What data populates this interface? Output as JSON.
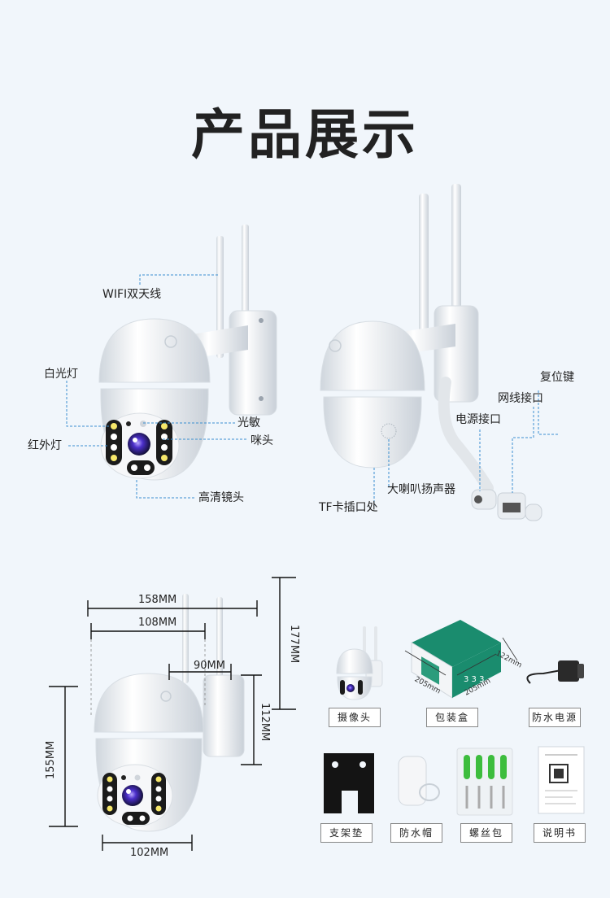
{
  "title": "产品展示",
  "front_view": {
    "wifi_antenna": "WIFI双天线",
    "white_light": "白光灯",
    "light_sensor": "光敏",
    "microphone": "咪头",
    "infrared_light": "红外灯",
    "hd_lens": "高清镜头"
  },
  "back_view": {
    "reset_key": "复位键",
    "network_port": "网线接口",
    "power_port": "电源接口",
    "speaker": "大喇叭扬声器",
    "tf_slot": "TF卡插口处"
  },
  "dimensions": {
    "width_total": "158MM",
    "width_body": "108MM",
    "width_bracket": "90MM",
    "height_total": "177MM",
    "height_bracket": "112MM",
    "height_body": "155MM",
    "width_base": "102MM"
  },
  "package_box": {
    "dim_length": "205mm",
    "dim_width": "205mm",
    "dim_height": "122mm"
  },
  "accessories": [
    "摄像头",
    "包装盒",
    "防水电源",
    "支架垫",
    "防水帽",
    "螺丝包",
    "说明书"
  ],
  "colors": {
    "background": "#f1f6fb",
    "leader_line": "#3a8fd0",
    "box_green": "#1a8c6e"
  }
}
